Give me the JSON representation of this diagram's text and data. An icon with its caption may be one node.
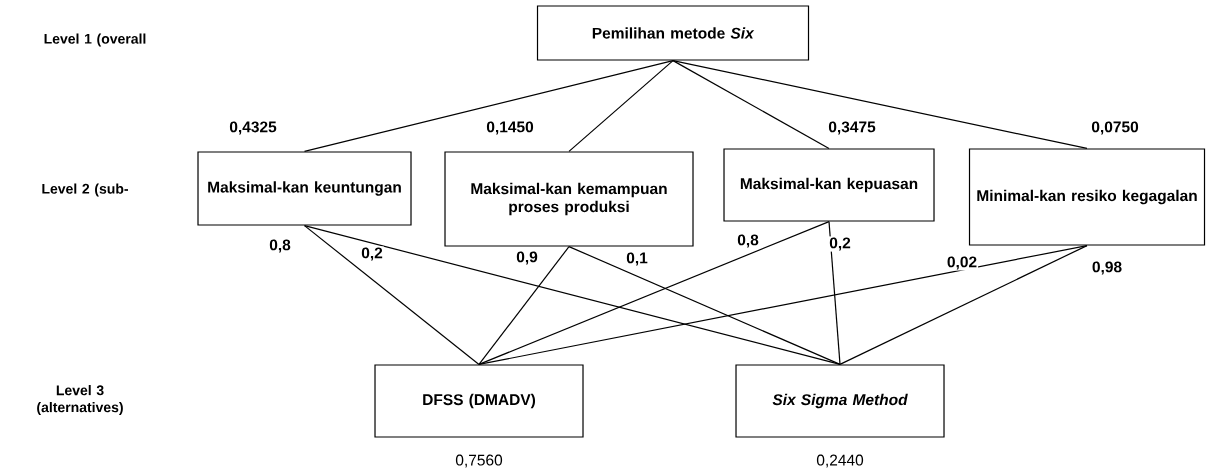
{
  "diagram": {
    "nodes": [
      {
        "text": [
          "Pemilihan metode *Six*"
        ]
      },
      {
        "text": [
          "Maksimal-kan keuntungan"
        ]
      },
      {
        "text": [
          "Maksimal-kan kemampuan proses produksi"
        ]
      },
      {
        "text": [
          "Maksimal-kan kepuasan"
        ]
      },
      {
        "text": [
          "Minimal-kan resiko kegagalan"
        ]
      },
      {
        "text": [
          "DFSS (DMADV)"
        ],
        "beside": [
          "0,7560"
        ]
      },
      {
        "text": [
          "Six Sigma Method"
        ],
        "beside": [
          "0,2440"
        ]
      }
    ],
    "edges": [
      {
        "from": 0,
        "to": 1,
        "arrow": "none",
        "label": "0,4325"
      },
      {
        "from": 0,
        "to": 2,
        "arrow": "none",
        "label": "0,1450"
      },
      {
        "from": 0,
        "to": 3,
        "arrow": "none",
        "label": "0,3475"
      },
      {
        "from": 0,
        "to": 4,
        "arrow": "none",
        "label": "0,0750"
      },
      {
        "from": 1,
        "to": 5,
        "arrow": "none",
        "label": "0,8"
      },
      {
        "from": 1,
        "to": 6,
        "arrow": "none",
        "label": "0,2"
      },
      {
        "from": 2,
        "to": 5,
        "arrow": "none",
        "label": "0,9"
      },
      {
        "from": 2,
        "to": 6,
        "arrow": "none",
        "label": "0,1"
      },
      {
        "from": 3,
        "to": 5,
        "arrow": "none",
        "label": "0,8"
      },
      {
        "from": 3,
        "to": 6,
        "arrow": "none",
        "label": "0,2"
      },
      {
        "from": 4,
        "to": 5,
        "arrow": "none",
        "label": "0,02"
      },
      {
        "from": 4,
        "to": 6,
        "arrow": "none",
        "label": "0,98"
      }
    ],
    "labels": [
      "Level 1 (overall",
      "Level 2 (sub-",
      "Level 3 (alternatives)"
    ]
  }
}
